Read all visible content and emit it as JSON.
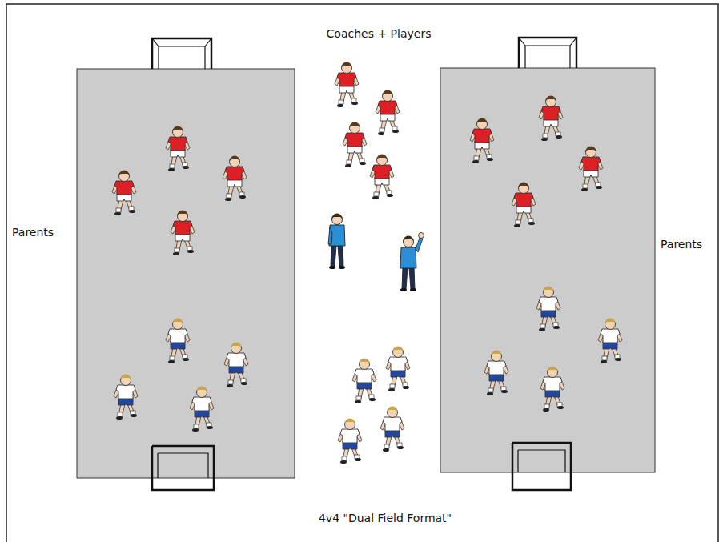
{
  "diagram": {
    "caption": "4v4 \"Dual Field Format\"",
    "labels": [
      "Coaches + Players",
      "Parents",
      "Parents"
    ]
  }
}
